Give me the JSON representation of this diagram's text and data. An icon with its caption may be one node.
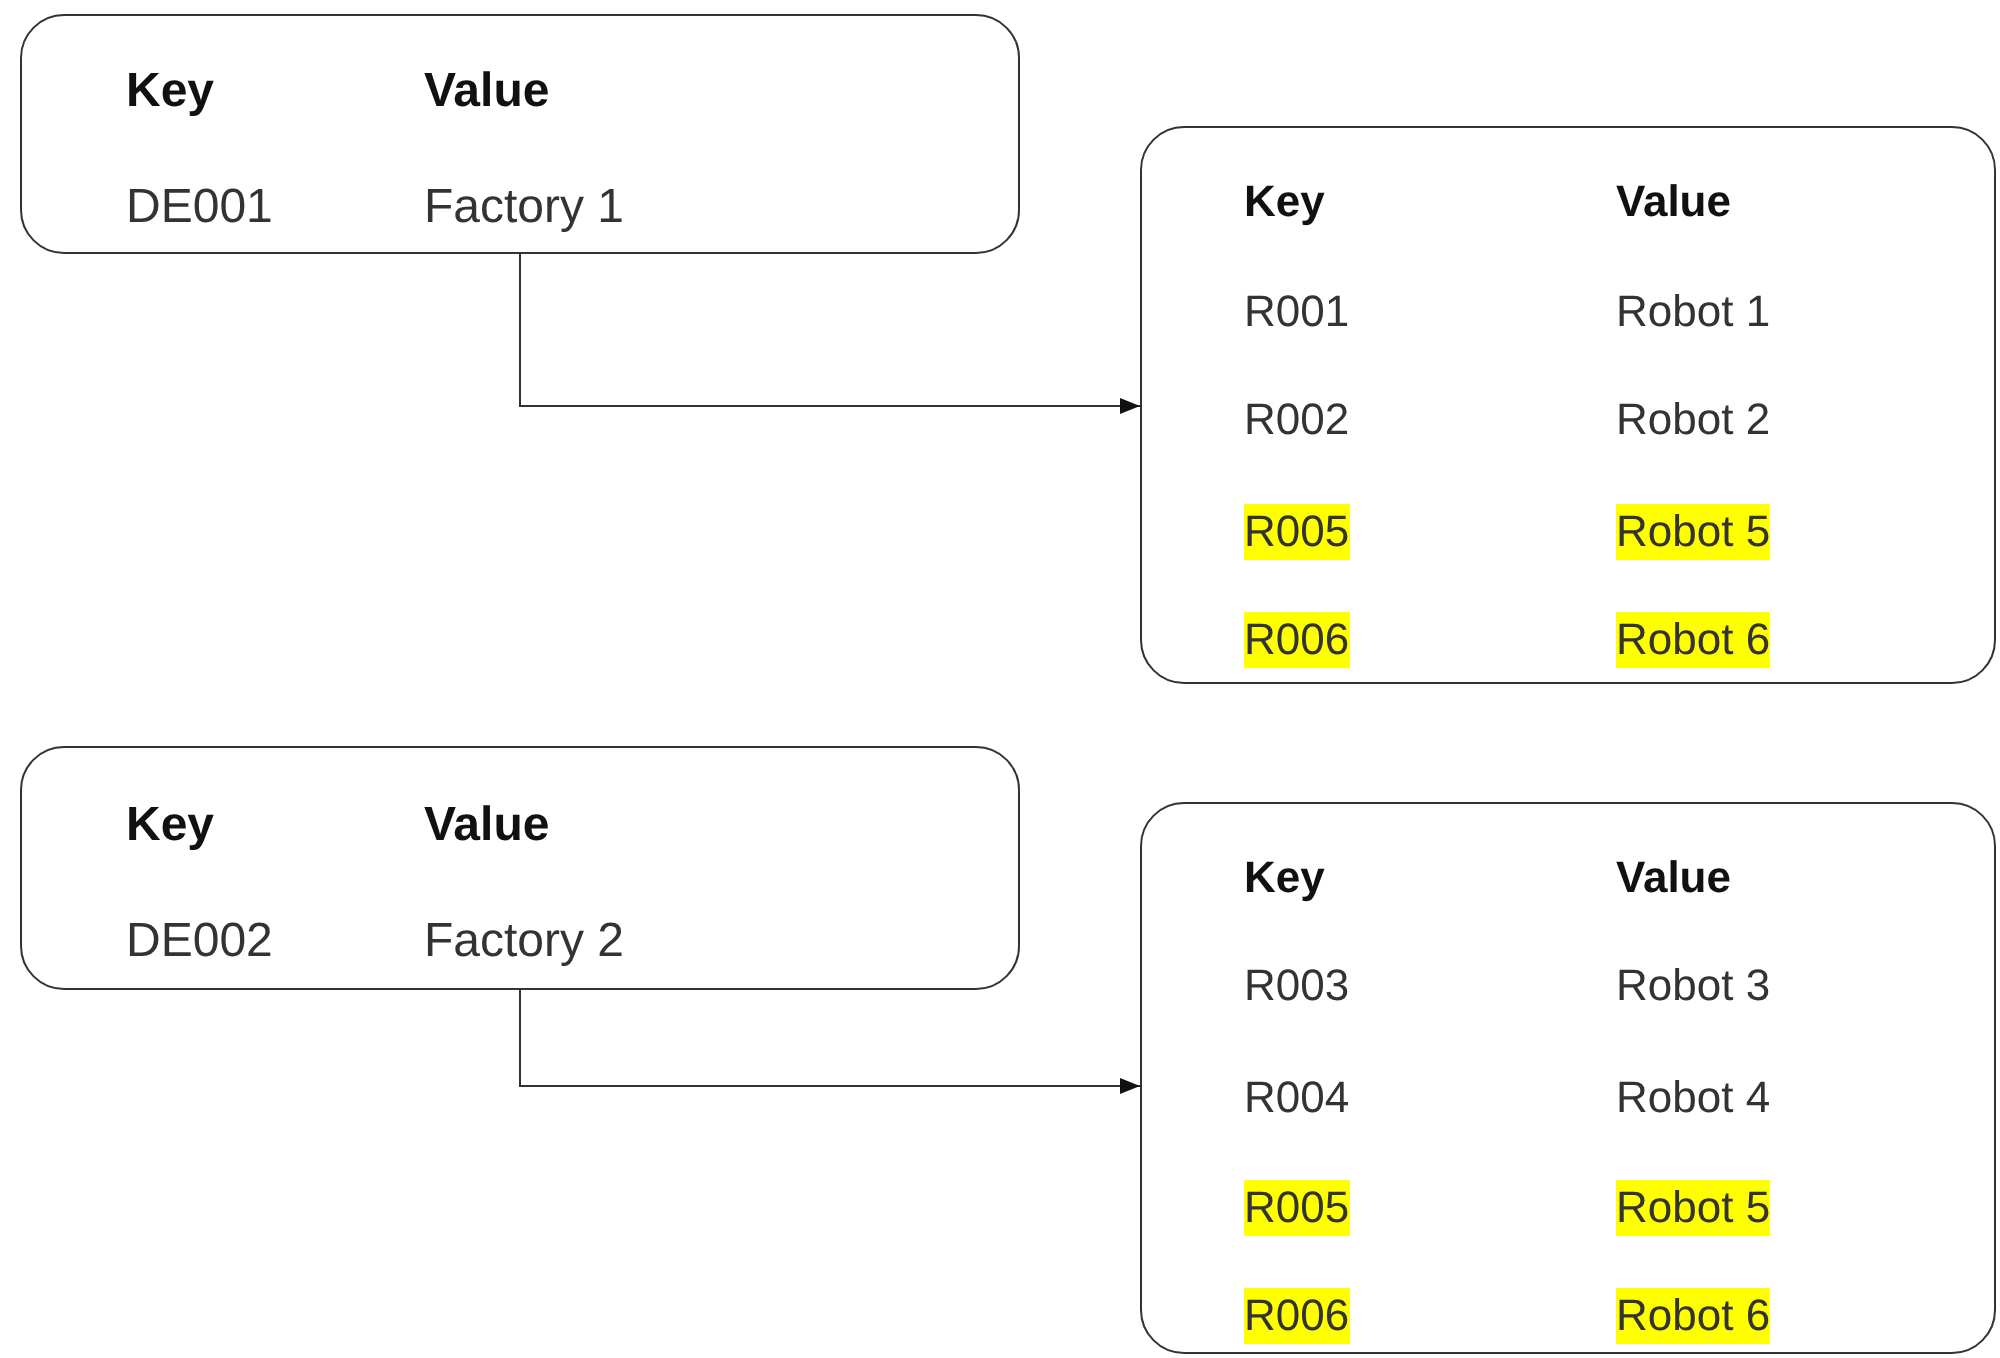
{
  "diagram": {
    "nodes": [
      {
        "text": [
          "Key",
          "Value",
          "DE001",
          "Factory 1"
        ]
      },
      {
        "text": [
          "Key",
          "Value",
          "R001",
          "Robot 1",
          "R002",
          "Robot 2"
        ]
      },
      {
        "text": [
          "R005"
        ],
        "in": 1
      },
      {
        "text": [
          "Robot 5"
        ],
        "in": 1
      },
      {
        "text": [
          "R006"
        ],
        "in": 1
      },
      {
        "text": [
          "Robot 6"
        ],
        "in": 1
      },
      {
        "text": [
          "Key",
          "Value",
          "DE002",
          "Factory 2"
        ]
      },
      {
        "text": [
          "Key",
          "Value",
          "R003",
          "Robot 3",
          "R004",
          "Robot 4"
        ]
      },
      {
        "text": [
          "R005"
        ],
        "in": 7
      },
      {
        "text": [
          "Robot 5"
        ],
        "in": 7
      },
      {
        "text": [
          "R006"
        ],
        "in": 7
      },
      {
        "text": [
          "Robot 6"
        ],
        "in": 7
      }
    ],
    "edges": [
      {
        "from": 0,
        "to": 1,
        "arrow": "to"
      },
      {
        "from": 6,
        "to": 7,
        "arrow": "to"
      }
    ]
  }
}
